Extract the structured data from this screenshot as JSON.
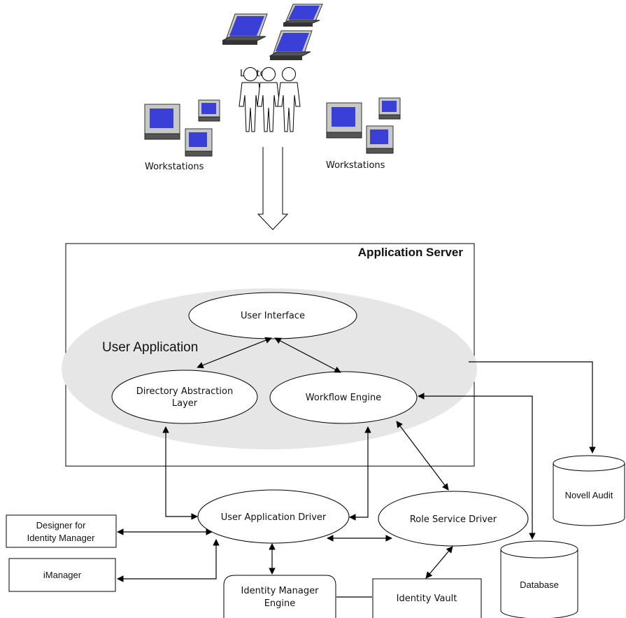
{
  "colors": {
    "screen": "#3a3fd8",
    "monitor_body": "#c8c8c8",
    "ellipse_region": "#e6e6e6",
    "line": "#000000"
  },
  "top": {
    "users_label": "Laptops",
    "left_workstations_label": "Workstations",
    "right_workstations_label": "Workstations"
  },
  "server": {
    "title": "Application Server",
    "region_label": "User Application",
    "user_interface": "User Interface",
    "dal_line1": "Directory Abstraction",
    "dal_line2": "Layer",
    "workflow_engine": "Workflow Engine"
  },
  "components": {
    "user_app_driver": "User Application Driver",
    "role_service_driver": "Role Service Driver",
    "designer_line1": "Designer for",
    "designer_line2": "Identity Manager",
    "imanager": "iManager",
    "idm_engine_line1": "Identity Manager",
    "idm_engine_line2": "Engine",
    "identity_vault": "Identity Vault",
    "novell_audit": "Novell Audit",
    "database": "Database"
  }
}
